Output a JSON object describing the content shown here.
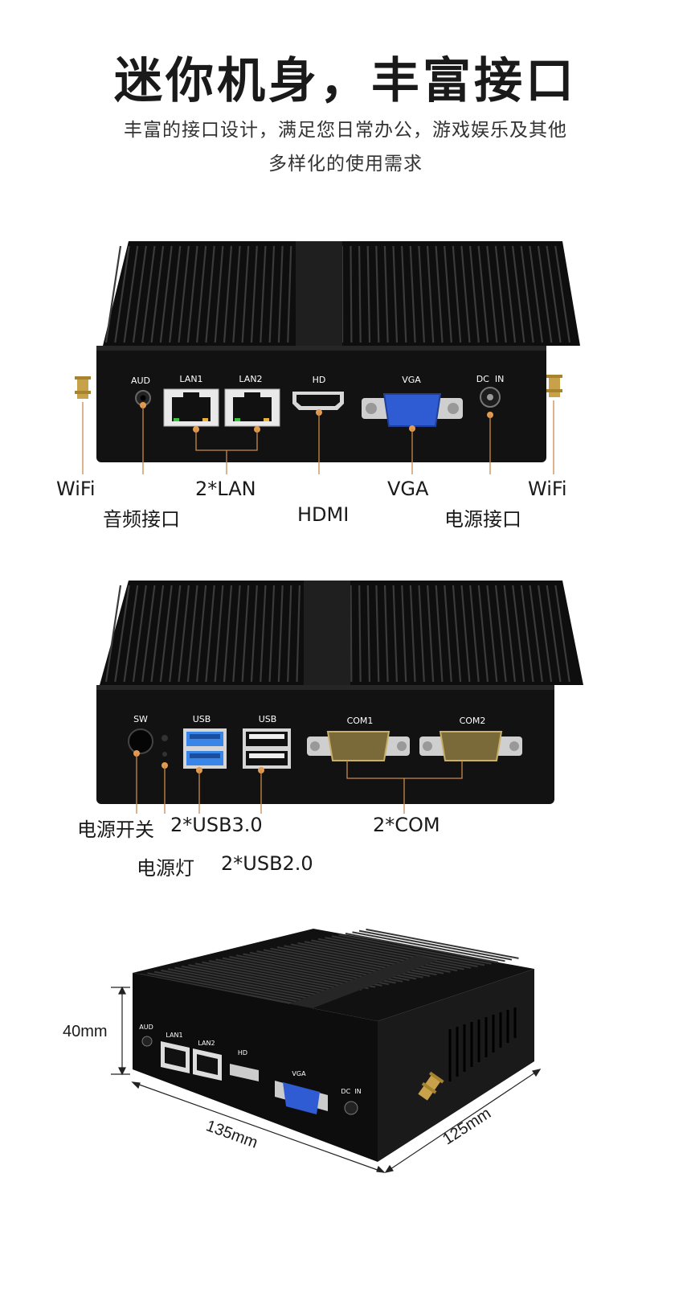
{
  "header": {
    "title": "迷你机身，丰富接口",
    "subtitle_line1": "丰富的接口设计，满足您日常办公，游戏娱乐及其他",
    "subtitle_line2": "多样化的使用需求"
  },
  "panel1": {
    "port_text": {
      "aud": "AUD",
      "lan1": "LAN1",
      "lan2": "LAN2",
      "hd": "HD",
      "vga": "VGA",
      "dcin": "DC  IN"
    },
    "callouts": {
      "wifi_left": "WiFi",
      "lan": "2*LAN",
      "vga": "VGA",
      "wifi_right": "WiFi",
      "audio": "音频接口",
      "hdmi": "HDMI",
      "power": "电源接口"
    }
  },
  "panel2": {
    "port_text": {
      "sw": "SW",
      "usb_a": "USB",
      "usb_b": "USB",
      "com1": "COM1",
      "com2": "COM2"
    },
    "callouts": {
      "power_switch": "电源开关",
      "usb3": "2*USB3.0",
      "com": "2*COM",
      "power_led": "电源灯",
      "usb2": "2*USB2.0"
    }
  },
  "panel3": {
    "port_text": {
      "aud": "AUD",
      "lan1": "LAN1",
      "lan2": "LAN2",
      "hd": "HD",
      "vga": "VGA",
      "dcin": "DC  IN"
    },
    "dimensions": {
      "height": "40mm",
      "width": "135mm",
      "depth": "125mm"
    }
  },
  "colors": {
    "accent_line": "#c98a4b",
    "case": "#141414",
    "vga_blue": "#2f5bd3",
    "usb3_blue": "#3a86e8"
  }
}
